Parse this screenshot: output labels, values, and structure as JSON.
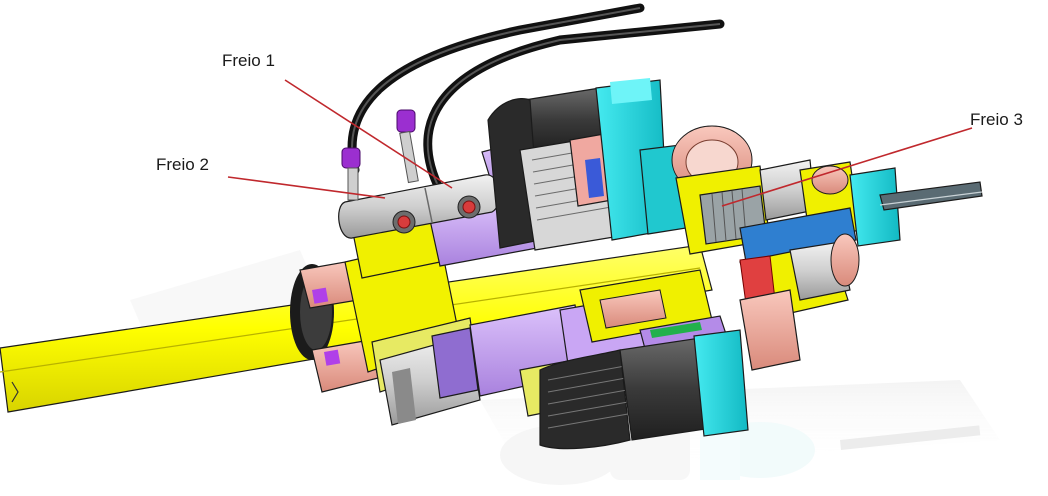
{
  "labels": {
    "freio1": "Freio 1",
    "freio2": "Freio 2",
    "freio3": "Freio 3"
  },
  "colors": {
    "shaft_yellow": "#ffff00",
    "cyan_housing": "#22d8e0",
    "lavender": "#c7a3f2",
    "salmon_bearing": "#f1b1a3",
    "dark_gray": "#3a3a3a",
    "light_gray": "#d9d9d9",
    "olive_yellow": "#e7ea63",
    "hose_black": "#111111",
    "fitting_purple": "#9b2fd0",
    "leader_red": "#c0282d"
  },
  "icons": [
    "hydraulic-hose",
    "purple-fitting",
    "red-screw-head",
    "bearing-ring",
    "gear-teeth"
  ]
}
